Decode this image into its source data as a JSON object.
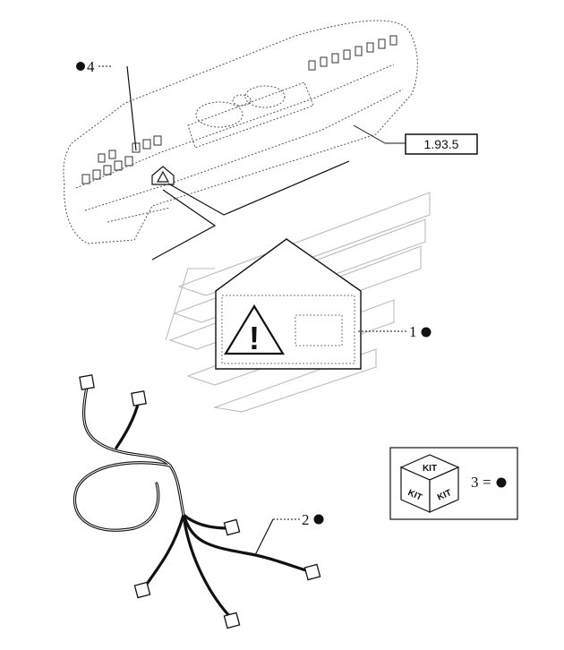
{
  "reference_box": {
    "label": "1.93.5"
  },
  "callouts": [
    {
      "id": "4",
      "label": "4"
    },
    {
      "id": "1",
      "label": "1"
    },
    {
      "id": "2",
      "label": "2"
    },
    {
      "id": "3",
      "label": "3"
    }
  ],
  "kit_legend": {
    "top_label": "KIT",
    "left_label": "KIT",
    "right_label": "KIT",
    "equals": "="
  },
  "warning_symbol": {
    "glyph": "!"
  },
  "icons": [
    "warning-triangle-icon",
    "kit-cube-icon",
    "bullet-dot-icon"
  ]
}
